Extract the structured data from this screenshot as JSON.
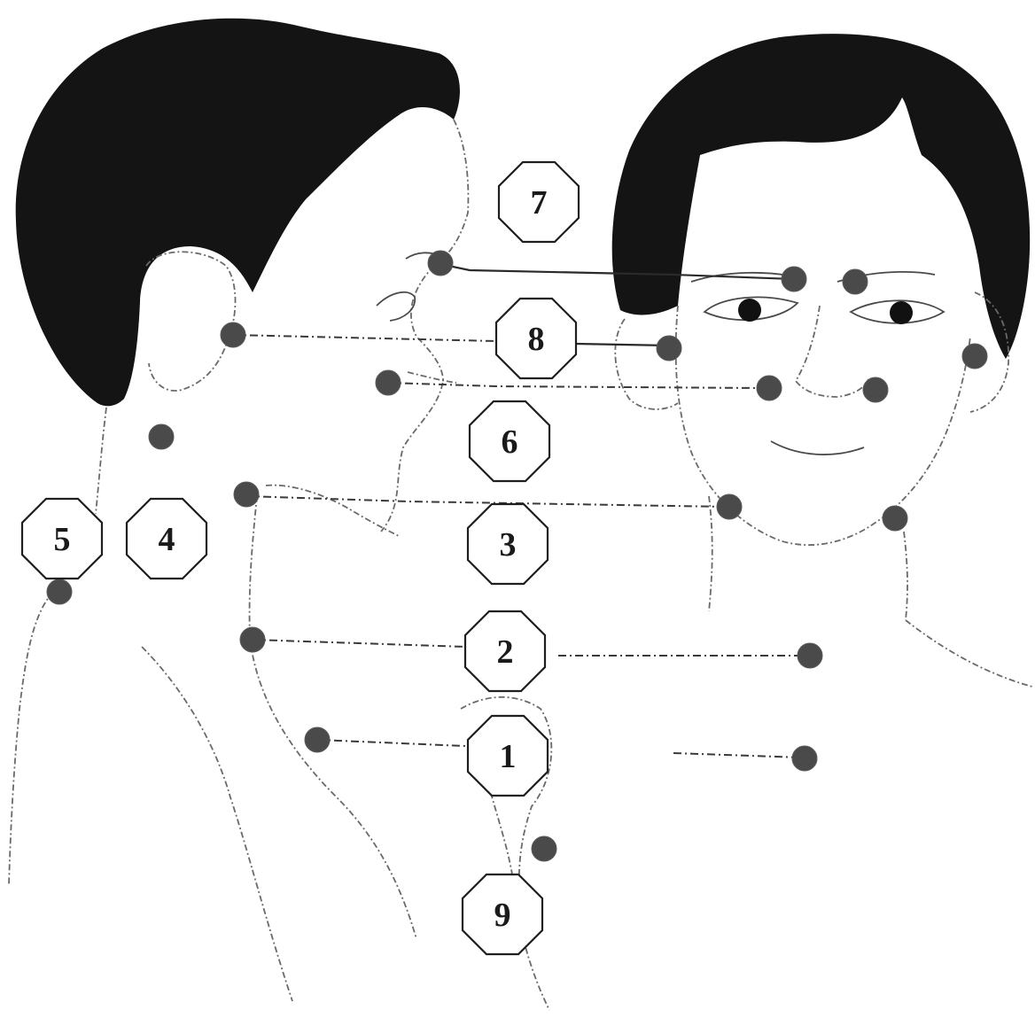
{
  "labels": [
    {
      "id": "label-1",
      "text": "1"
    },
    {
      "id": "label-2",
      "text": "2"
    },
    {
      "id": "label-3",
      "text": "3"
    },
    {
      "id": "label-4",
      "text": "4"
    },
    {
      "id": "label-5",
      "text": "5"
    },
    {
      "id": "label-6",
      "text": "6"
    },
    {
      "id": "label-7",
      "text": "7"
    },
    {
      "id": "label-8",
      "text": "8"
    },
    {
      "id": "label-9",
      "text": "9"
    }
  ],
  "colors": {
    "hair": "#141414",
    "point": "#4a4a4a",
    "line": "#333333",
    "background": "#ffffff"
  }
}
